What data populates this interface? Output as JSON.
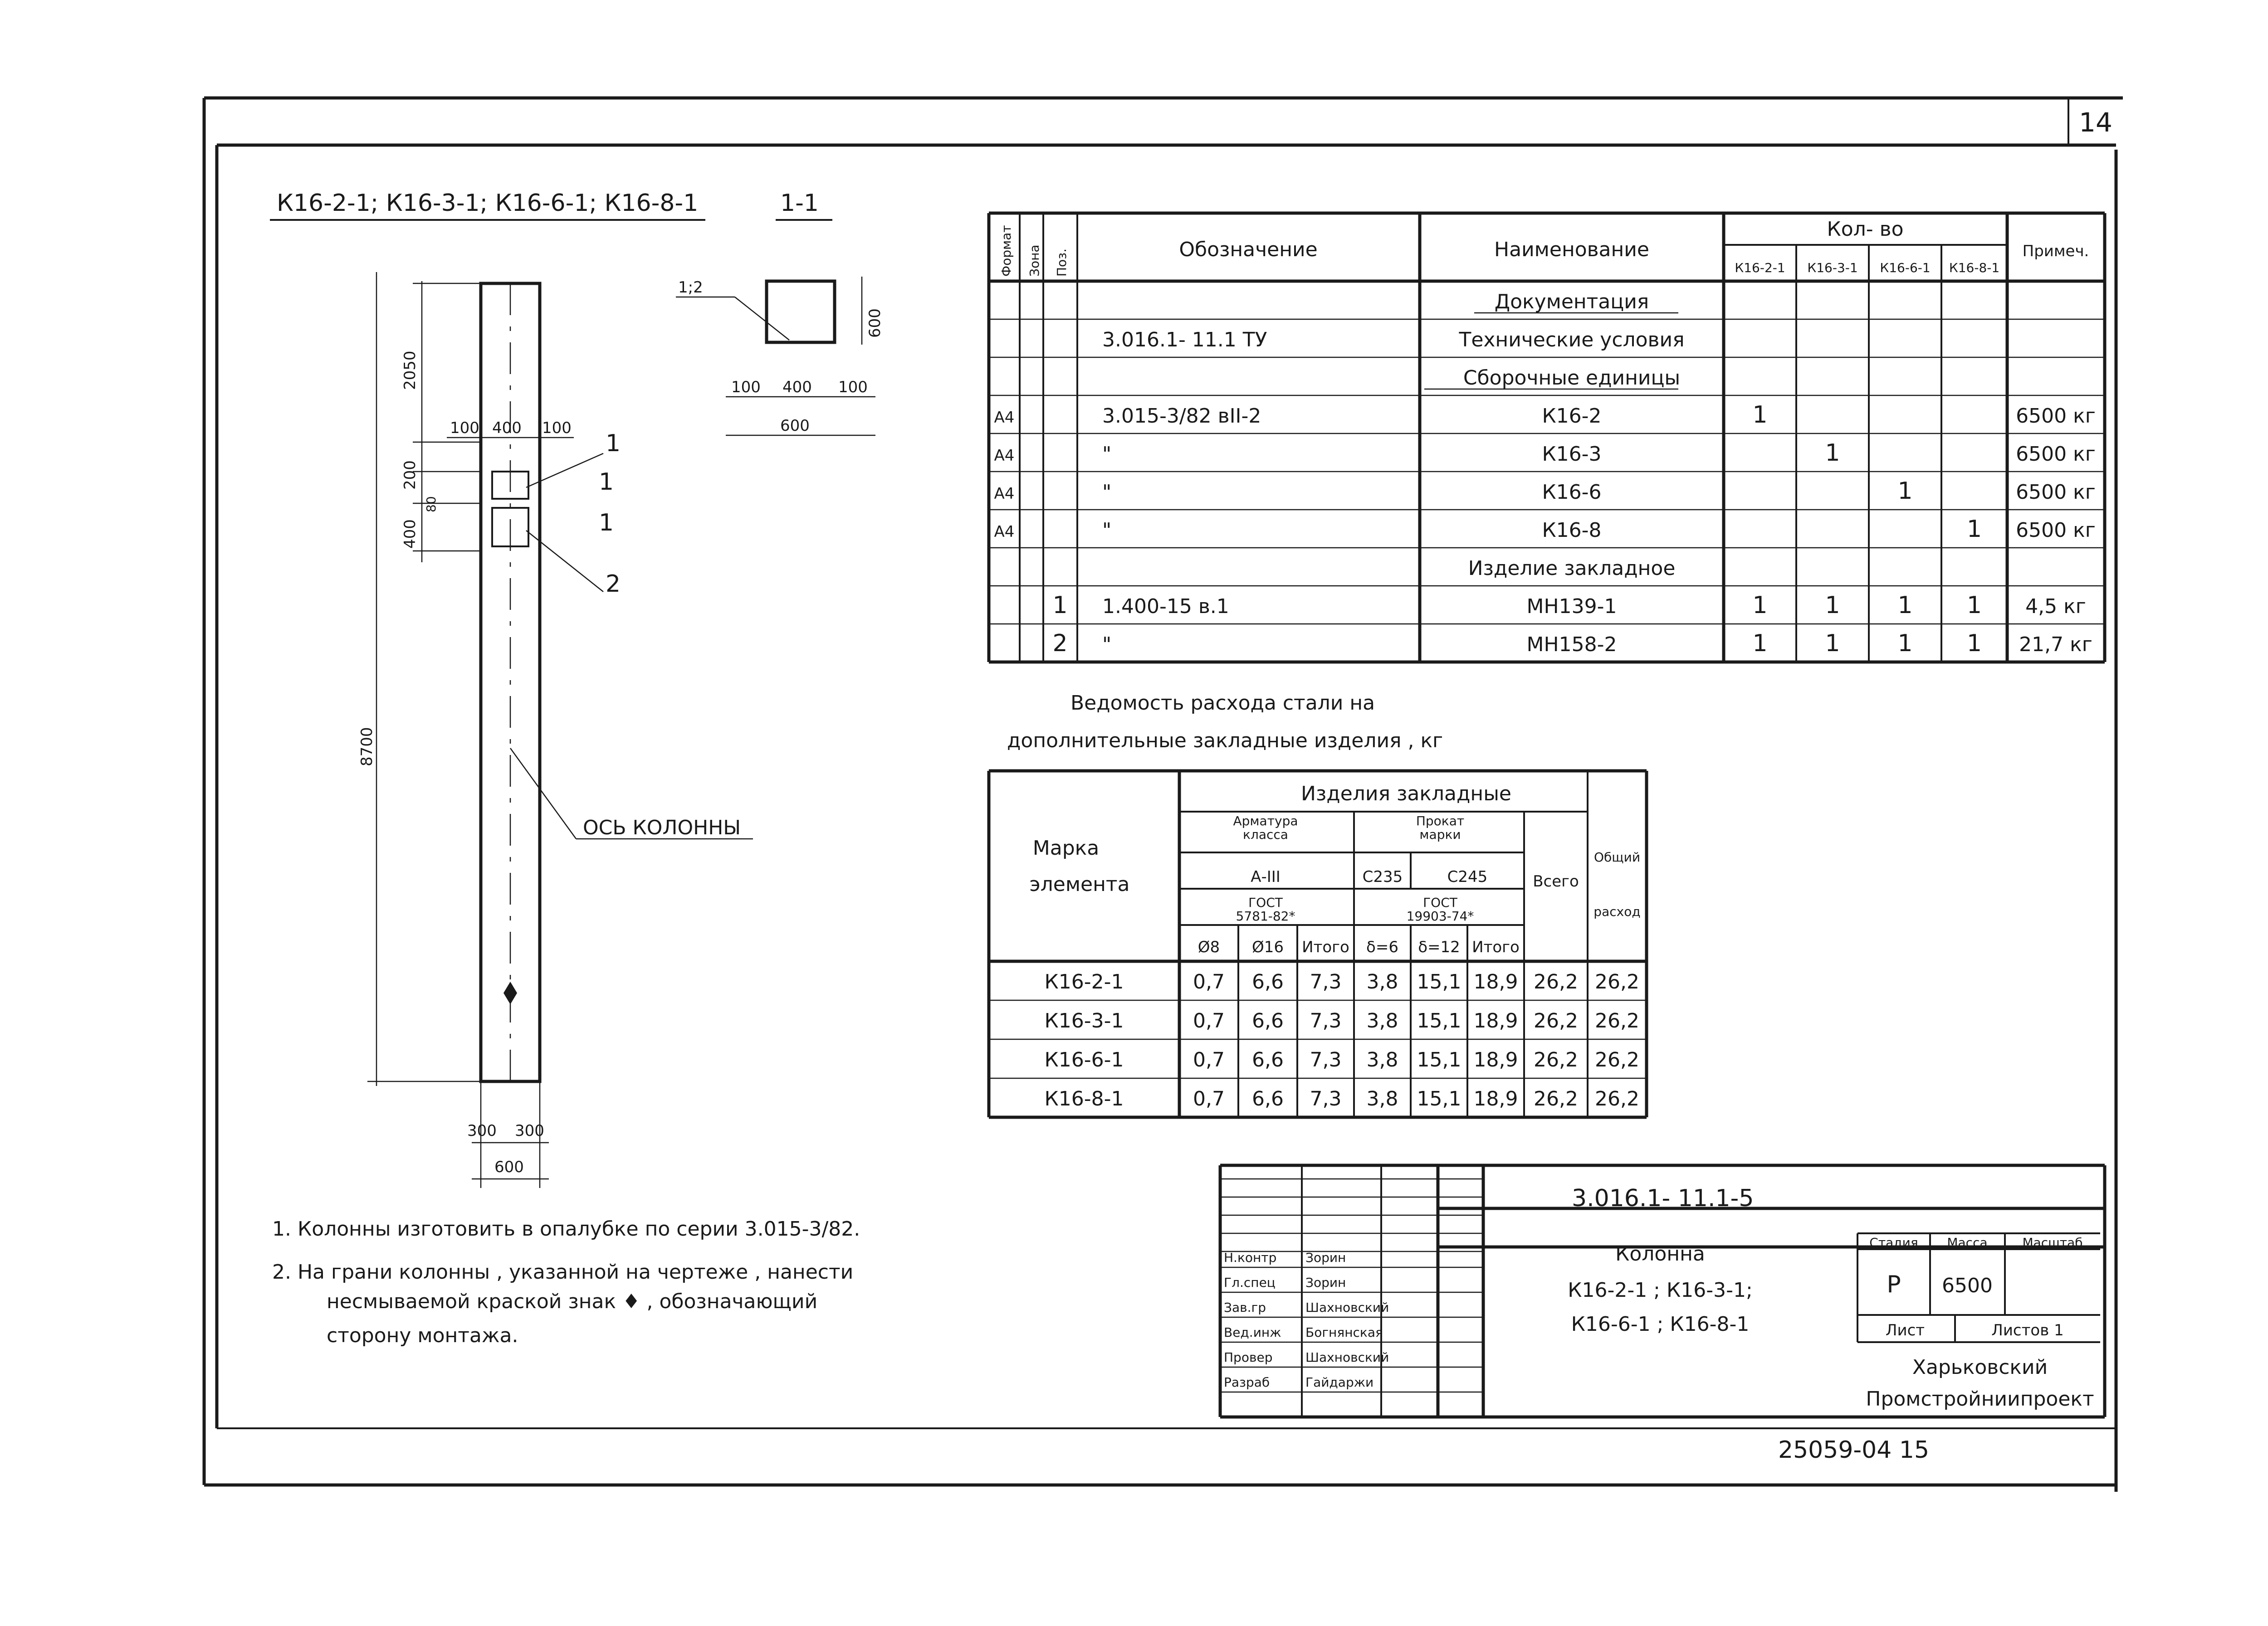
{
  "sheet_number": "14",
  "header_label": "К16-2-1; К16-3-1; К16-6-1; К16-8-1",
  "section_label": "1-1",
  "column_drawing": {
    "dims_vertical": [
      "2050",
      "200",
      "80",
      "400",
      "8700"
    ],
    "dims_top": [
      "100",
      "400",
      "100"
    ],
    "dims_bottom": [
      "300",
      "300",
      "600"
    ],
    "marks": [
      "1",
      "1",
      "1",
      "2"
    ],
    "axis_label": "ОСЬ КОЛОННЫ"
  },
  "section_drawing": {
    "leader": "1;2",
    "dims": [
      "100",
      "400",
      "100",
      "600",
      "600"
    ]
  },
  "spec_table": {
    "headers": {
      "format": "Формат",
      "zone": "Зона",
      "pos": "Поз.",
      "designation": "Обозначение",
      "name": "Наименование",
      "qty": "Кол- во",
      "qty_cols": [
        "К16-2-1",
        "К16-3-1",
        "К16-6-1",
        "К16-8-1"
      ],
      "note": "Примеч."
    },
    "rows": [
      {
        "format": "",
        "pos": "",
        "designation": "",
        "name": "Документация",
        "q": [
          "",
          "",
          "",
          ""
        ],
        "note": ""
      },
      {
        "format": "",
        "pos": "",
        "designation": "3.016.1- 11.1 ТУ",
        "name": "Технические условия",
        "q": [
          "",
          "",
          "",
          ""
        ],
        "note": ""
      },
      {
        "format": "",
        "pos": "",
        "designation": "",
        "name": "Сборочные единицы",
        "q": [
          "",
          "",
          "",
          ""
        ],
        "note": ""
      },
      {
        "format": "А4",
        "pos": "",
        "designation": "3.015-3/82   вII-2",
        "name": "К16-2",
        "q": [
          "1",
          "",
          "",
          ""
        ],
        "note": "6500 кг"
      },
      {
        "format": "А4",
        "pos": "",
        "designation": "\"",
        "name": "К16-3",
        "q": [
          "",
          "1",
          "",
          ""
        ],
        "note": "6500 кг"
      },
      {
        "format": "А4",
        "pos": "",
        "designation": "\"",
        "name": "К16-6",
        "q": [
          "",
          "",
          "1",
          ""
        ],
        "note": "6500 кг"
      },
      {
        "format": "А4",
        "pos": "",
        "designation": "\"",
        "name": "К16-8",
        "q": [
          "",
          "",
          "",
          "1"
        ],
        "note": "6500 кг"
      },
      {
        "format": "",
        "pos": "",
        "designation": "",
        "name": "Изделие закладное",
        "q": [
          "",
          "",
          "",
          ""
        ],
        "note": ""
      },
      {
        "format": "",
        "pos": "1",
        "designation": "1.400-15 в.1",
        "name": "МН139-1",
        "q": [
          "1",
          "1",
          "1",
          "1"
        ],
        "note": "4,5 кг"
      },
      {
        "format": "",
        "pos": "2",
        "designation": "\"",
        "name": "МН158-2",
        "q": [
          "1",
          "1",
          "1",
          "1"
        ],
        "note": "21,7 кг"
      }
    ]
  },
  "steel_title": [
    "Ведомость расхода стали на",
    "дополнительные закладные изделия , кг"
  ],
  "steel_table": {
    "mark_header": [
      "Марка",
      "элемента"
    ],
    "group_header": "Изделия закладные",
    "armature": [
      "Арматура",
      "класса"
    ],
    "prokat": [
      "Прокат",
      "марки"
    ],
    "armature_class": "А-III",
    "steel_marks": [
      "С235",
      "С245"
    ],
    "gost_a": [
      "ГОСТ",
      "5781-82*"
    ],
    "gost_b": [
      "ГОСТ",
      "19903-74*"
    ],
    "total": "Всего",
    "general": [
      "Общий",
      "расход"
    ],
    "cols": [
      "Ø8",
      "Ø16",
      "Итого",
      "δ=6",
      "δ=12",
      "Итого"
    ],
    "rows": [
      {
        "mark": "К16-2-1",
        "v": [
          "0,7",
          "6,6",
          "7,3",
          "3,8",
          "15,1",
          "18,9",
          "26,2",
          "26,2"
        ]
      },
      {
        "mark": "К16-3-1",
        "v": [
          "0,7",
          "6,6",
          "7,3",
          "3,8",
          "15,1",
          "18,9",
          "26,2",
          "26,2"
        ]
      },
      {
        "mark": "К16-6-1",
        "v": [
          "0,7",
          "6,6",
          "7,3",
          "3,8",
          "15,1",
          "18,9",
          "26,2",
          "26,2"
        ]
      },
      {
        "mark": "К16-8-1",
        "v": [
          "0,7",
          "6,6",
          "7,3",
          "3,8",
          "15,1",
          "18,9",
          "26,2",
          "26,2"
        ]
      }
    ]
  },
  "notes": [
    "1.  Колонны изготовить в опалубке по серии 3.015-3/82.",
    "2.  На грани колонны , указанной на чертеже , нанести",
    "несмываемой краской знак ♦ , обозначающий",
    "сторону монтажа."
  ],
  "title_block": {
    "code": "3.016.1- 11.1-5",
    "title": [
      "Колонна",
      "К16-2-1 ; К16-3-1;",
      "К16-6-1 ; К16-8-1"
    ],
    "roles": [
      "Н.контр",
      "Гл.спец",
      "Зав.гр",
      "Вед.инж",
      "Провер",
      "Разраб"
    ],
    "names": [
      "Зорин",
      "Зорин",
      "Шахновский",
      "Богнянская",
      "Шахновский",
      "Гайдаржи"
    ],
    "stage_header": "Стадия",
    "mass_header": "Масса",
    "scale_header": "Масштаб",
    "stage": "Р",
    "mass": "6500",
    "sheet_label": "Лист",
    "sheets_label": "Листов 1",
    "org": [
      "Харьковский",
      "Промстройниипроект"
    ]
  },
  "doc_number": "25059-04  15"
}
